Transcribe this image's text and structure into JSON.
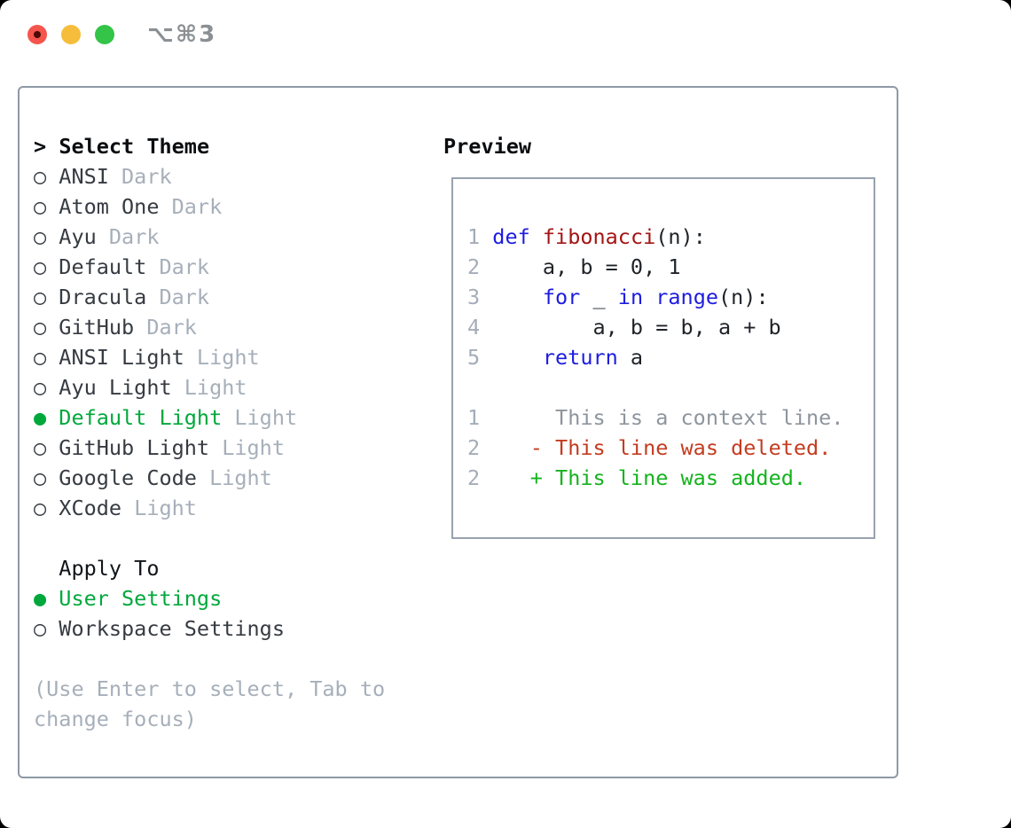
{
  "titlebar": {
    "shortcut": "⌥⌘3"
  },
  "icons": {
    "radio_unselected": "○",
    "radio_selected": "●",
    "prompt": ">"
  },
  "colors": {
    "selected_green": "#00a83c",
    "added_green": "#14b31e",
    "deleted_red": "#c43c20",
    "keyword_blue": "#1c1ce0",
    "function_red": "#a41414",
    "muted_gray": "#a6afba",
    "panel_border": "#8e99a6",
    "traffic_red": "#f4554c",
    "traffic_yellow": "#f6bd3d",
    "traffic_green": "#34c448"
  },
  "select_theme": {
    "prompt": ">",
    "title": "Select Theme",
    "items": [
      {
        "name": "ANSI",
        "variant": "Dark",
        "selected": false
      },
      {
        "name": "Atom One",
        "variant": "Dark",
        "selected": false
      },
      {
        "name": "Ayu",
        "variant": "Dark",
        "selected": false
      },
      {
        "name": "Default",
        "variant": "Dark",
        "selected": false
      },
      {
        "name": "Dracula",
        "variant": "Dark",
        "selected": false
      },
      {
        "name": "GitHub",
        "variant": "Dark",
        "selected": false
      },
      {
        "name": "ANSI Light",
        "variant": "Light",
        "selected": false
      },
      {
        "name": "Ayu Light",
        "variant": "Light",
        "selected": false
      },
      {
        "name": "Default Light",
        "variant": "Light",
        "selected": true
      },
      {
        "name": "GitHub Light",
        "variant": "Light",
        "selected": false
      },
      {
        "name": "Google Code",
        "variant": "Light",
        "selected": false
      },
      {
        "name": "XCode",
        "variant": "Light",
        "selected": false
      }
    ]
  },
  "apply_to": {
    "title": "Apply To",
    "options": [
      {
        "name": "User Settings",
        "selected": true
      },
      {
        "name": "Workspace Settings",
        "selected": false
      }
    ]
  },
  "help": {
    "line1": "(Use Enter to select, Tab to",
    "line2": "change focus)"
  },
  "preview": {
    "title": "Preview",
    "code_lines": [
      [
        {
          "t": "1 ",
          "c": "num"
        },
        {
          "t": "def",
          "c": "kw"
        },
        {
          "t": " ",
          "c": "pl"
        },
        {
          "t": "fibonacci",
          "c": "fn"
        },
        {
          "t": "(n):",
          "c": "pl"
        }
      ],
      [
        {
          "t": "2 ",
          "c": "num"
        },
        {
          "t": "    a, b = 0, 1",
          "c": "pl"
        }
      ],
      [
        {
          "t": "3 ",
          "c": "num"
        },
        {
          "t": "    ",
          "c": "pl"
        },
        {
          "t": "for",
          "c": "kw"
        },
        {
          "t": " _ ",
          "c": "pl"
        },
        {
          "t": "in",
          "c": "kw"
        },
        {
          "t": " ",
          "c": "pl"
        },
        {
          "t": "range",
          "c": "kw"
        },
        {
          "t": "(n):",
          "c": "pl"
        }
      ],
      [
        {
          "t": "4 ",
          "c": "num"
        },
        {
          "t": "        a, b = b, a + b",
          "c": "pl"
        }
      ],
      [
        {
          "t": "5 ",
          "c": "num"
        },
        {
          "t": "    ",
          "c": "pl"
        },
        {
          "t": "return",
          "c": "kw"
        },
        {
          "t": " a",
          "c": "pl"
        }
      ],
      [],
      [
        {
          "t": "1",
          "c": "num"
        },
        {
          "t": "      This is a context line.",
          "c": "ctx"
        }
      ],
      [
        {
          "t": "2",
          "c": "num"
        },
        {
          "t": "    ",
          "c": "pl"
        },
        {
          "t": "- This line was deleted.",
          "c": "del"
        }
      ],
      [
        {
          "t": "2",
          "c": "num"
        },
        {
          "t": "    ",
          "c": "pl"
        },
        {
          "t": "+ This line was added.",
          "c": "add"
        }
      ]
    ]
  }
}
